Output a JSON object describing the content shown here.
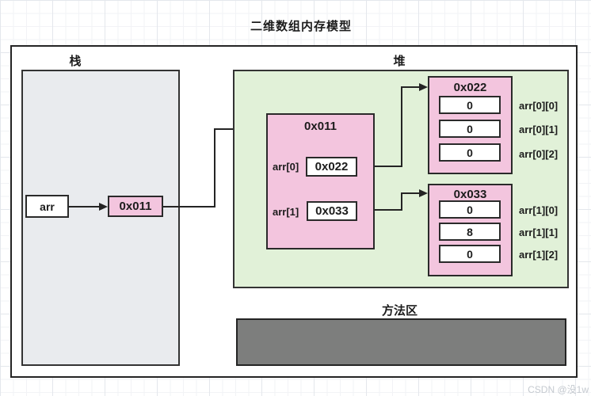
{
  "title": "二维数组内存模型",
  "watermark": "CSDN @没1w",
  "colors": {
    "pink_fill": "#f3c5de",
    "green_fill": "#e1f1d8",
    "stack_gray_fill": "#e9ebee",
    "method_gray_fill": "#7d7e7d",
    "border": "#242424"
  },
  "stack": {
    "label": "栈",
    "var_name": "arr",
    "ref": "0x011"
  },
  "heap": {
    "label": "堆",
    "pointer_object": {
      "address": "0x011",
      "slots": [
        {
          "index": "arr[0]",
          "value": "0x022"
        },
        {
          "index": "arr[1]",
          "value": "0x033"
        }
      ]
    },
    "rows": [
      {
        "address": "0x022",
        "cells": [
          {
            "value": "0",
            "label": "arr[0][0]"
          },
          {
            "value": "0",
            "label": "arr[0][1]"
          },
          {
            "value": "0",
            "label": "arr[0][2]"
          }
        ]
      },
      {
        "address": "0x033",
        "cells": [
          {
            "value": "0",
            "label": "arr[1][0]"
          },
          {
            "value": "8",
            "label": "arr[1][1]"
          },
          {
            "value": "0",
            "label": "arr[1][2]"
          }
        ]
      }
    ]
  },
  "method_area": {
    "label": "方法区"
  }
}
